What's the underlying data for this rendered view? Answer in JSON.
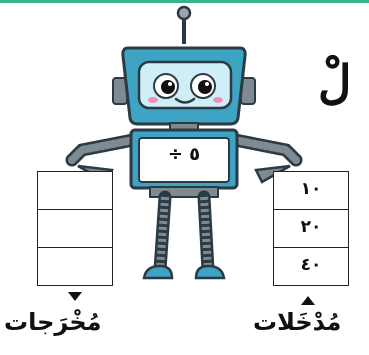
{
  "heading_fragment": "لْ .",
  "robot": {
    "operation": "÷ ٥"
  },
  "inputs": {
    "label": "مُدْخَلات",
    "values": [
      "١٠",
      "٢٠",
      "٤٠"
    ]
  },
  "outputs": {
    "label": "مُخْرَجات",
    "values": [
      "",
      "",
      ""
    ]
  },
  "colors": {
    "robot_blue": "#3fa3c4",
    "robot_dark": "#2c3a44",
    "accent_line": "#37b48f"
  }
}
